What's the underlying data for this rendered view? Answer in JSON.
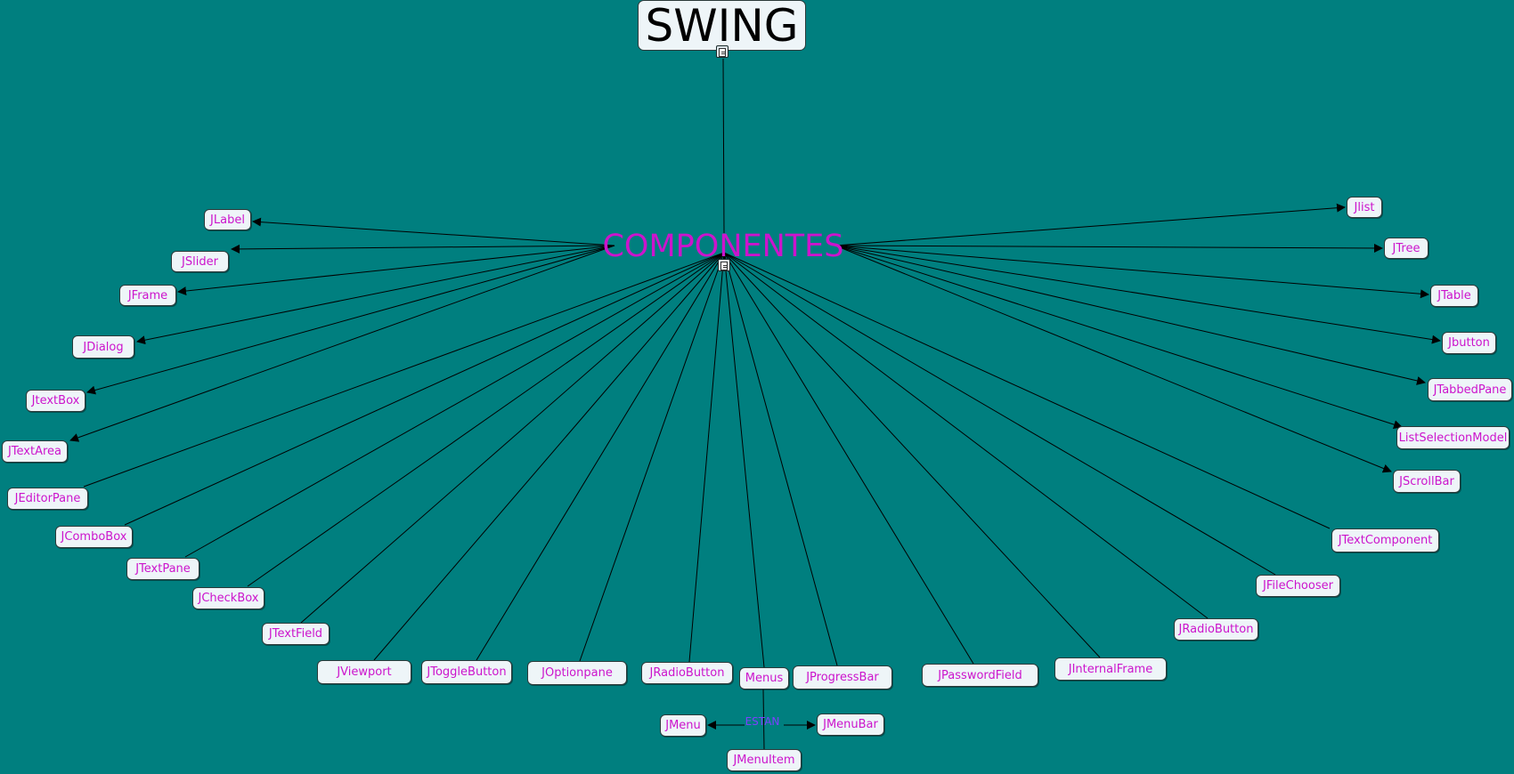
{
  "root": {
    "label": "SWING"
  },
  "hub": {
    "label": "COMPONENTES"
  },
  "components": [
    "JLabel",
    "JSlider",
    "JFrame",
    "JDialog",
    "JtextBox",
    "JTextArea",
    "JEditorPane",
    "JComboBox",
    "JTextPane",
    "JCheckBox",
    "JTextField",
    "JViewport",
    "JToggleButton",
    "JOptionpane",
    "JRadioButton",
    "Menus",
    "JProgressBar",
    "JPasswordField",
    "JInternalFrame",
    "JRadioButton",
    "JFileChooser",
    "JTextComponent",
    "JScrollBar",
    "ListSelectionModel",
    "JTabbedPane",
    "Jbutton",
    "JTable",
    "JTree",
    "Jlist"
  ],
  "menus": {
    "relation_label": "ESTAN",
    "children": [
      "JMenu",
      "JMenuBar",
      "JMenuItem"
    ]
  },
  "colors": {
    "background": "#007f7f",
    "node_fill": "#eef5f8",
    "node_text": "#cc14cc",
    "relation_text": "#7f3fff",
    "line": "#000000"
  },
  "icons": {
    "note": "note-icon"
  }
}
